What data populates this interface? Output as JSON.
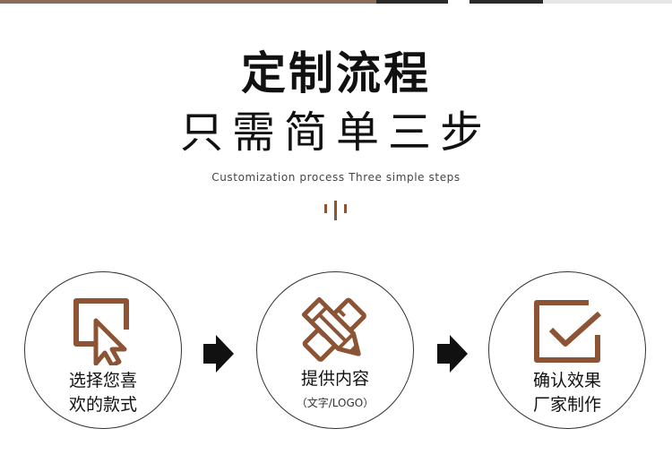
{
  "header": {
    "title_main": "定制流程",
    "title_sub": "只需简单三步",
    "title_en": "Customization process Three simple steps"
  },
  "steps": [
    {
      "line1": "选择您喜",
      "line2": "欢的款式",
      "icon": "cursor-select-icon"
    },
    {
      "line1": "提供内容",
      "sub": "（文字/LOGO）",
      "icon": "pencil-ruler-icon"
    },
    {
      "line1": "确认效果",
      "line2": "厂家制作",
      "icon": "checkbox-check-icon"
    }
  ],
  "arrows": [
    "arrow-right-icon",
    "arrow-right-icon"
  ],
  "colors": {
    "accent": "#8c5434",
    "text": "#111111",
    "circle_border": "#333333",
    "arrow": "#111111"
  }
}
